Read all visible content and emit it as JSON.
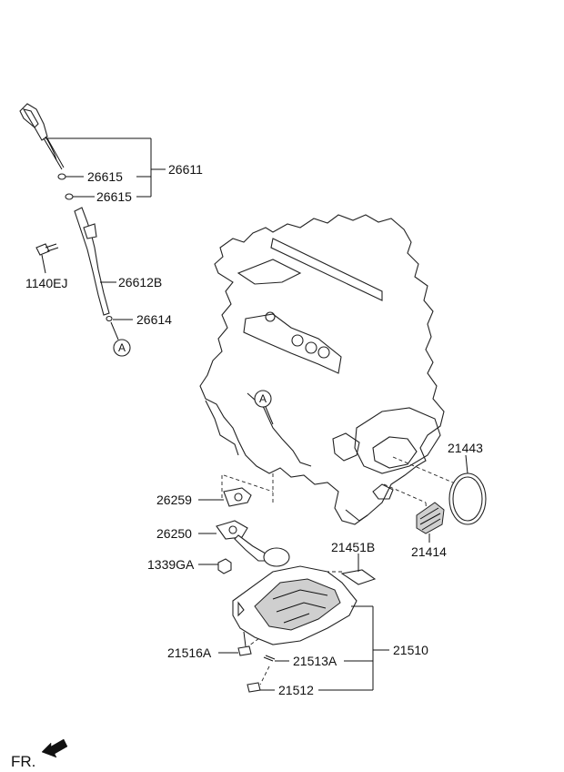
{
  "labels": {
    "p26611": "26611",
    "p26615a": "26615",
    "p26615b": "26615",
    "p1140EJ": "1140EJ",
    "p26612B": "26612B",
    "p26614": "26614",
    "p26259": "26259",
    "p26250": "26250",
    "p1339GA": "1339GA",
    "p21451B": "21451B",
    "p21443": "21443",
    "p21414": "21414",
    "p21510": "21510",
    "p21516A": "21516A",
    "p21513A": "21513A",
    "p21512": "21512"
  },
  "callouts": {
    "a1": "A",
    "a2": "A"
  },
  "orientation": {
    "label": "FR."
  },
  "icons": [
    "dipstick-icon",
    "arrow-icon"
  ]
}
